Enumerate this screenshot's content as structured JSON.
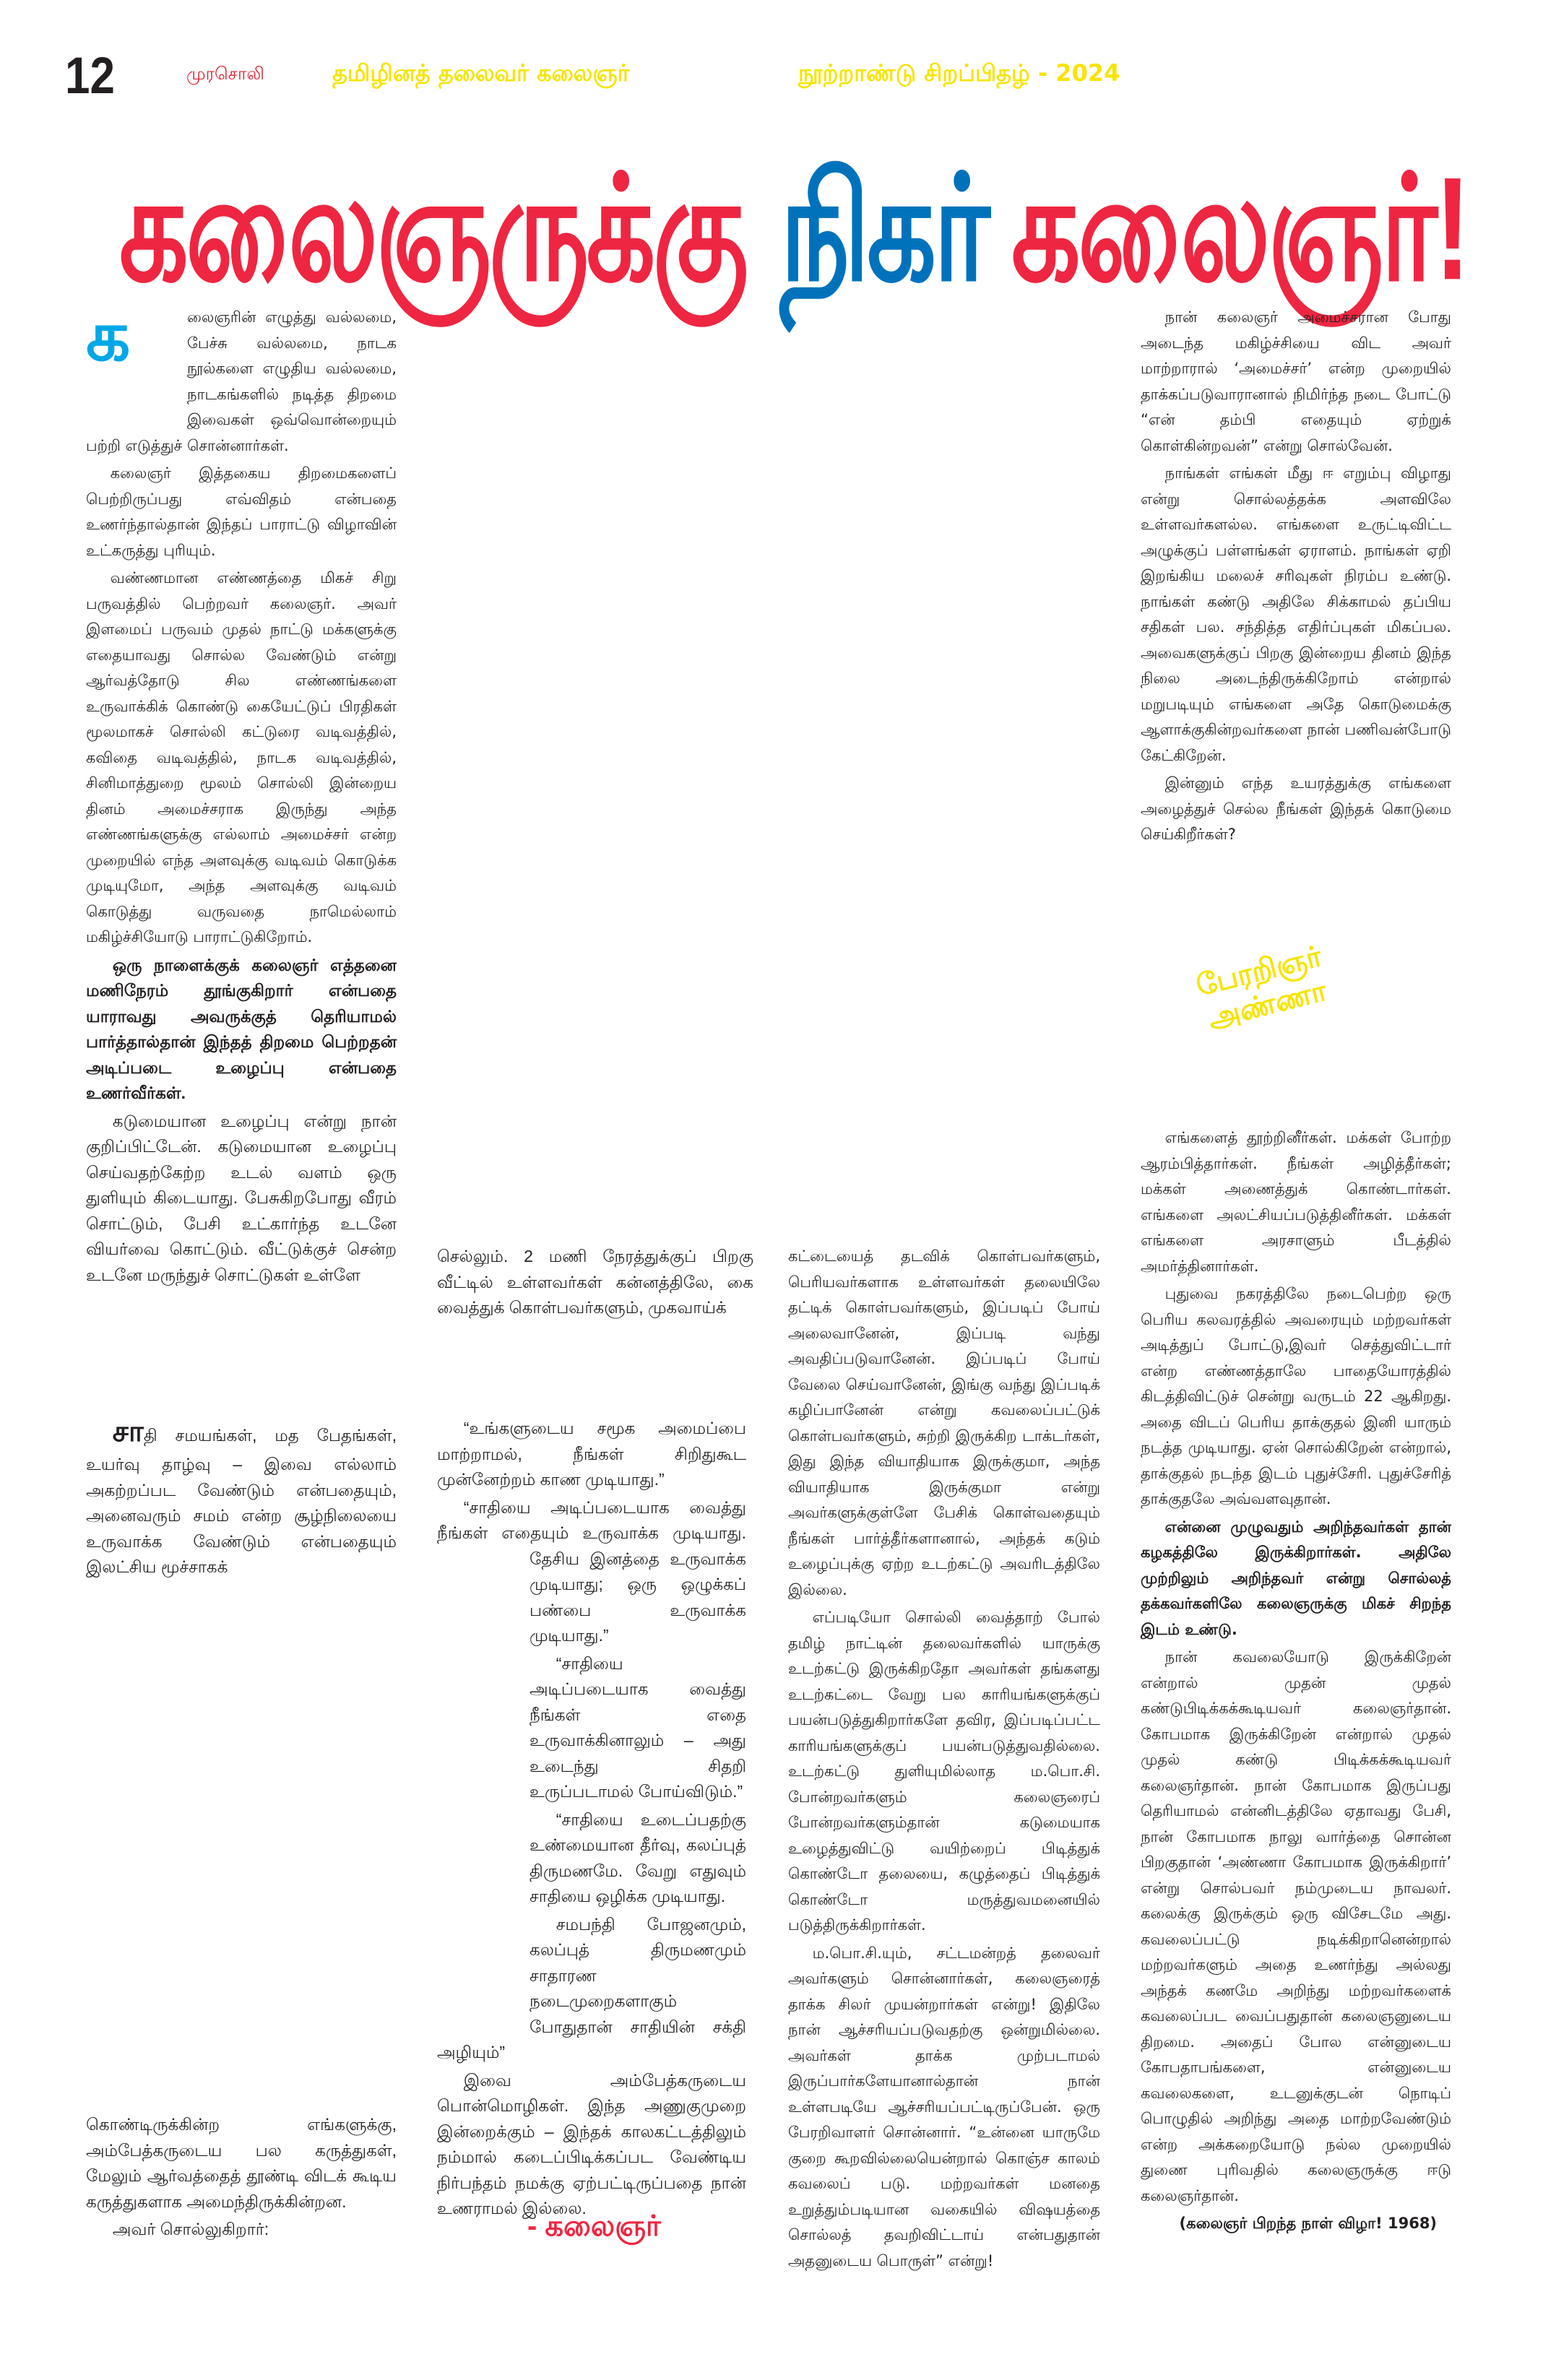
{
  "header": {
    "page_number": "12",
    "paper_name": "முரசொலி",
    "supplement_title": "தமிழினத் தலைவர் கலைஞர்",
    "supplement_subtitle": "நூற்றாண்டு சிறப்பிதழ் - 2024"
  },
  "headline": {
    "part1": "கலைஞருக்கு",
    "part2": "நிகர்",
    "part3": "கலைஞர்!"
  },
  "colors": {
    "red": "#ee2641",
    "blue": "#0072bc",
    "cyan": "#00a8e8",
    "yellow": "#f6e400"
  },
  "anna_article": {
    "drop_cap": "க",
    "col1": [
      "லைஞரின் எழுத்து வல்லமை, பேச்சு வல்லமை, நாடக நூல்களை எழுதிய வல்லமை, நாடகங்களில் நடித்த திறமை இவைகள் ஒவ்வொன்றையும் பற்றி எடுத்துச் சொன்னார்கள்.",
      "கலைஞர் இத்தகைய திறமைகளைப் பெற்றிருப்பது எவ்விதம் என்பதை உணர்ந்தால்தான் இந்தப் பாராட்டு விழாவின் உட்கருத்து புரியும்.",
      "வண்ணமான எண்ணத்தை மிகச் சிறு பருவத்தில் பெற்றவர் கலைஞர். அவர் இளமைப் பருவம் முதல் நாட்டு மக்களுக்கு எதையாவது சொல்ல வேண்டும் என்று ஆர்வத்தோடு சில எண்ணங்களை உருவாக்கிக் கொண்டு கையேட்டுப் பிரதிகள் மூலமாகச் சொல்லி கட்டுரை வடிவத்தில், கவிதை வடிவத்தில், நாடக வடிவத்தில், சினிமாத்துறை மூலம் சொல்லி இன்றைய தினம் அமைச்சராக இருந்து அந்த எண்ணங்களுக்கு எல்லாம் அமைச்சர் என்ற முறையில் எந்த அளவுக்கு வடிவம் கொடுக்க முடியுமோ, அந்த அளவுக்கு வடிவம் கொடுத்து வருவதை நாமெல்லாம் மகிழ்ச்சியோடு பாராட்டுகிறோம்.",
      "ஒரு நாளைக்குக் கலைஞர் எத்தனை மணிநேரம் தூங்குகிறார் என்பதை யாராவது அவருக்குத் தெரியாமல் பார்த்தால்தான் இந்தத் திறமை பெற்றதன் அடிப்படை உழைப்பு என்பதை உணர்வீர்கள்.",
      "கடுமையான உழைப்பு என்று நான் குறிப்பிட்டேன். கடுமையான உழைப்பு செய்வதற்கேற்ற உடல் வளம் ஒரு துளியும் கிடையாது. பேசுகிறபோது வீரம் சொட்டும், பேசி உட்கார்ந்த உடனே வியர்வை கொட்டும். வீட்டுக்குச் சென்ற உடனே மருந்துச் சொட்டுகள் உள்ளே"
    ],
    "col2": "செல்லும். 2 மணி நேரத்துக்குப் பிறகு வீட்டில் உள்ளவர்கள் கன்னத்திலே, கை வைத்துக் கொள்பவர்களும், முகவாய்க்",
    "col3": [
      "கட்டையைத் தடவிக் கொள்பவர்களும், பெரியவர்களாக உள்ளவர்கள் தலையிலே தட்டிக் கொள்பவர்களும், இப்படிப் போய் அலைவானேன், இப்படி வந்து அவதிப்படுவானேன். இப்படிப் போய் வேலை செய்வானேன், இங்கு வந்து இப்படிக் கழிப்பானேன் என்று கவலைப்பட்டுக் கொள்பவர்களும், சுற்றி இருக்கிற டாக்டர்கள், இது இந்த வியாதியாக இருக்குமா, அந்த வியாதியாக இருக்குமா என்று அவர்களுக்குள்ளே பேசிக் கொள்வதையும் நீங்கள் பார்த்தீர்களானால், அந்தக் கடும் உழைப்புக்கு ஏற்ற உடற்கட்டு அவரிடத்திலே இல்லை.",
      "எப்படியோ சொல்லி வைத்தாற் போல் தமிழ் நாட்டின் தலைவர்களில் யாருக்கு உடற்கட்டு இருக்கிறதோ அவர்கள் தங்களது உடற்கட்டை வேறு பல காரியங்களுக்குப் பயன்படுத்துகிறார்களே தவிர, இப்படிப்பட்ட காரியங்களுக்குப் பயன்படுத்துவதில்லை. உடற்கட்டு துளியுமில்லாத ம.பொ.சி. போன்றவர்களும் கலைஞரைப் போன்றவர்களும்தான் கடுமையாக உழைத்துவிட்டு வயிற்றைப் பிடித்துக் கொண்டோ தலையை, கழுத்தைப் பிடித்துக் கொண்டோ மருத்துவமனையில் படுத்திருக்கிறார்கள்.",
      "ம.பொ.சி.யும், சட்டமன்றத் தலைவர் அவர்களும் சொன்னார்கள், கலைஞரைத் தாக்க சிலர் முயன்றார்கள் என்று! இதிலே நான் ஆச்சரியப்படுவதற்கு ஒன்றுமில்லை. அவர்கள் தாக்க முற்படாமல் இருப்பார்களேயானால்தான் நான் உள்ளபடியே ஆச்சரியப்பட்டிருப்பேன். ஒரு பேரறிவாளர் சொன்னார். “உன்னை யாருமே குறை கூறவில்லையென்றால் கொஞ்ச காலம் கவலைப் படு. மற்றவர்கள் மனதை உறுத்தும்படியான வகையில் விஷயத்தை சொல்லத் தவறிவிட்டாய் என்பதுதான் அதனுடைய பொருள்” என்று!"
    ],
    "right_top": [
      "நான் கலைஞர் அமைச்சரான போது அடைந்த மகிழ்ச்சியை விட அவர் மாற்றாரால் ‘அமைச்சர்’ என்ற முறையில் தாக்கப்படுவாரானால் நிமிர்ந்த நடை போட்டு “என் தம்பி எதையும் ஏற்றுக் கொள்கின்றவன்” என்று சொல்வேன்.",
      "நாங்கள் எங்கள் மீது ஈ எறும்பு விழாது என்று சொல்லத்தக்க அளவிலே உள்ளவர்களல்ல. எங்களை உருட்டிவிட்ட அழுக்குப் பள்ளங்கள் ஏராளம். நாங்கள் ஏறி இறங்கிய மலைச் சரிவுகள் நிரம்ப உண்டு. நாங்கள் கண்டு அதிலே சிக்காமல் தப்பிய சதிகள் பல. சந்தித்த எதிர்ப்புகள் மிகப்பல. அவைகளுக்குப் பிறகு இன்றைய தினம் இந்த நிலை அடைந்திருக்கிறோம் என்றால் மறுபடியும் எங்களை அதே கொடுமைக்கு ஆளாக்குகின்றவர்களை நான் பணிவன்போடு கேட்கிறேன்.",
      "இன்னும் எந்த உயரத்துக்கு எங்களை அழைத்துச் செல்ல நீங்கள் இந்தக் கொடுமை செய்கிறீர்கள்?"
    ],
    "author_line1": "பேரறிஞர்",
    "author_line2": "அண்ணா",
    "right_bottom": [
      "எங்களைத் தூற்றினீர்கள். மக்கள் போற்ற ஆரம்பித்தார்கள். நீங்கள் அழித்தீர்கள்; மக்கள் அணைத்துக் கொண்டார்கள். எங்களை அலட்சியப்படுத்தினீர்கள். மக்கள் எங்களை அரசாளும் பீடத்தில் அமர்த்தினார்கள்.",
      "புதுவை நகரத்திலே நடைபெற்ற ஒரு பெரிய கலவரத்தில் அவரையும் மற்றவர்கள் அடித்துப் போட்டு,இவர் செத்துவிட்டார் என்ற எண்ணத்தாலே பாதையோரத்தில் கிடத்திவிட்டுச் சென்று வருடம் 22 ஆகிறது. அதை விடப் பெரிய தாக்குதல் இனி யாரும் நடத்த முடியாது. ஏன் சொல்கிறேன் என்றால், தாக்குதல் நடந்த இடம் புதுச்சேரி. புதுச்சேரித் தாக்குதலே அவ்வளவுதான்.",
      "என்னை முழுவதும் அறிந்தவர்கள் தான் கழகத்திலே இருக்கிறார்கள். அதிலே முற்றிலும் அறிந்தவர் என்று சொல்லத் தக்கவர்களிலே கலைஞருக்கு மிகச் சிறந்த இடம் உண்டு.",
      "நான் கவலையோடு இருக்கிறேன் என்றால் முதன் முதல் கண்டுபிடிக்கக்கூடியவர் கலைஞர்தான். கோபமாக இருக்கிறேன் என்றால் முதல் முதல் கண்டு பிடிக்கக்கூடியவர் கலைஞர்தான். நான் கோபமாக இருப்பது தெரியாமல் என்னிடத்திலே ஏதாவது பேசி, நான் கோபமாக நாலு வார்த்தை சொன்ன பிறகுதான் ‘அண்ணா கோபமாக இருக்கிறார்’ என்று சொல்பவர் நம்முடைய நாவலர். கலைக்கு இருக்கும் ஒரு விசேடமே அது. கவலைப்பட்டு நடிக்கிறானென்றால் மற்றவர்களும் அதை உணர்ந்து அல்லது அந்தக் கணமே அறிந்து மற்றவர்களைக் கவலைப்பட வைப்பதுதான் கலைஞனுடைய திறமை. அதைப் போல என்னுடைய கோபதாபங்களை, என்னுடைய கவலைகளை, உடனுக்குடன் நொடிப் பொழுதில் அறிந்து அதை மாற்றவேண்டும் என்ற அக்கறையோடு நல்ல முறையில் துணை புரிவதில் கலைஞருக்கு ஈடு கலைஞர்தான்."
    ],
    "source": "(கலைஞர் பிறந்த நாள் விழா! 1968)"
  },
  "kalaignar_article": {
    "drop_cap": "சா",
    "intro": "தி சமயங்கள், மத பேதங்கள், உயர்வு தாழ்வு – இவை எல்லாம் அகற்றப்பட வேண்டும் என்பதையும், அனைவரும் சமம் என்ற சூழ்நிலையை உருவாக்க வேண்டும் என்பதையும் இலட்சிய மூச்சாகக்",
    "continuation": "கொண்டிருக்கின்ற எங்களுக்கு, அம்பேத்கருடைய பல கருத்துகள், மேலும் ஆர்வத்தைத் தூண்டி விடக் கூடிய கருத்துகளாக அமைந்திருக்கின்றன.",
    "lead_in": "அவர் சொல்லுகிறார்:",
    "quotes": [
      "“உங்களுடைய சமூக அமைப்பை மாற்றாமல், நீங்கள் சிறிதுகூட முன்னேற்றம் காண முடியாது.”",
      "“சாதியை அடிப்படையாக வைத்து நீங்கள் எதையும் உருவாக்க முடியாது. தேசிய இனத்தை உருவாக்க முடியாது; ஒரு ஒழுக்கப் பண்பை உருவாக்க முடியாது.”",
      "“சாதியை அடிப்படையாக வைத்து நீங்கள் எதை உருவாக்கினாலும் – அது உடைந்து சிதறி உருப்படாமல் போய்விடும்.”",
      "“சாதியை உடைப்பதற்கு உண்மையான தீர்வு, கலப்புத் திருமணமே. வேறு எதுவும் சாதியை ஒழிக்க முடியாது.",
      "சமபந்தி போஜனமும், கலப்புத் திருமணமும் சாதாரண நடைமுறைகளாகும் போதுதான் சாதியின் சக்தி அழியும்”",
      "இவை அம்பேத்கருடைய பொன்மொழிகள். இந்த அணுகுமுறை இன்றைக்கும் – இந்தக் காலகட்டத்திலும் நம்மால் கடைப்பிடிக்கப்பட வேண்டிய நிர்பந்தம் நமக்கு ஏற்பட்டிருப்பதை நான் உணராமல் இல்லை."
    ],
    "signature": "- கலைஞர்"
  }
}
